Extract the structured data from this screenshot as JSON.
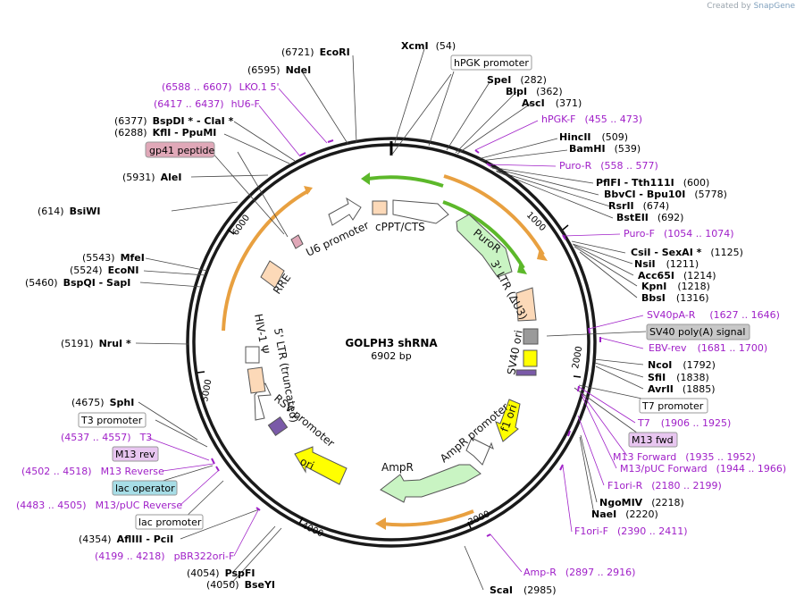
{
  "credit": {
    "prefix": "Created by",
    "brand": "SnapGene"
  },
  "plasmid": {
    "name": "GOLPH3 shRNA",
    "length": "6902 bp"
  },
  "ticks": [
    "1000",
    "2000",
    "3000",
    "4000",
    "5000",
    "6000"
  ],
  "sites": [
    {
      "id": "xcmi",
      "name": "XcmI",
      "pos": "(54)"
    },
    {
      "id": "ecori",
      "name": "EcoRI",
      "pos": "(6721)"
    },
    {
      "id": "ndei",
      "name": "NdeI",
      "pos": "(6595)"
    },
    {
      "id": "spei",
      "name": "SpeI",
      "pos": "(282)"
    },
    {
      "id": "blpi",
      "name": "BlpI",
      "pos": "(362)"
    },
    {
      "id": "asci",
      "name": "AscI",
      "pos": "(371)"
    },
    {
      "id": "bspdi",
      "name": "BspDI * - ClaI *",
      "pos": "(6377)"
    },
    {
      "id": "kfli",
      "name": "KflI - PpuMI",
      "pos": "(6288)"
    },
    {
      "id": "hincii",
      "name": "HincII",
      "pos": "(509)"
    },
    {
      "id": "bamhi",
      "name": "BamHI",
      "pos": "(539)"
    },
    {
      "id": "alei",
      "name": "AleI",
      "pos": "(5931)"
    },
    {
      "id": "pflfi",
      "name": "PflFI - Tth111I",
      "pos": "(600)"
    },
    {
      "id": "bsiwi",
      "name": "BsiWI",
      "pos": "(614)"
    },
    {
      "id": "bbvci",
      "name": "BbvCI - Bpu10I",
      "pos": "(5778)"
    },
    {
      "id": "rsrii",
      "name": "RsrII",
      "pos": "(674)"
    },
    {
      "id": "bsteii",
      "name": "BstEII",
      "pos": "(692)"
    },
    {
      "id": "csii",
      "name": "CsiI - SexAI *",
      "pos": "(1125)"
    },
    {
      "id": "mfei",
      "name": "MfeI",
      "pos": "(5543)"
    },
    {
      "id": "nsii",
      "name": "NsiI",
      "pos": "(1211)"
    },
    {
      "id": "econi",
      "name": "EcoNI",
      "pos": "(5524)"
    },
    {
      "id": "acc65i",
      "name": "Acc65I",
      "pos": "(1214)"
    },
    {
      "id": "bspqi",
      "name": "BspQI - SapI",
      "pos": "(5460)"
    },
    {
      "id": "kpni",
      "name": "KpnI",
      "pos": "(1218)"
    },
    {
      "id": "bbsi",
      "name": "BbsI",
      "pos": "(1316)"
    },
    {
      "id": "nrui",
      "name": "NruI *",
      "pos": "(5191)"
    },
    {
      "id": "ncoi",
      "name": "NcoI",
      "pos": "(1792)"
    },
    {
      "id": "sfii",
      "name": "SfiI",
      "pos": "(1838)"
    },
    {
      "id": "avrii",
      "name": "AvrII",
      "pos": "(1885)"
    },
    {
      "id": "sphi",
      "name": "SphI",
      "pos": "(4675)"
    },
    {
      "id": "ngomiv",
      "name": "NgoMIV",
      "pos": "(2218)"
    },
    {
      "id": "naei",
      "name": "NaeI",
      "pos": "(2220)"
    },
    {
      "id": "aflii",
      "name": "AflIII - PciI",
      "pos": "(4354)"
    },
    {
      "id": "pspfi",
      "name": "PspFI",
      "pos": "(4054)"
    },
    {
      "id": "bseyi",
      "name": "BseYI",
      "pos": "(4050)"
    },
    {
      "id": "scai",
      "name": "ScaI",
      "pos": "(2985)"
    }
  ],
  "primers": [
    {
      "id": "lko",
      "label": "LKO.1 5'",
      "range": "(6588 .. 6607)"
    },
    {
      "id": "hu6f",
      "label": "hU6-F",
      "range": "(6417 .. 6437)"
    },
    {
      "id": "hpgkf",
      "label": "hPGK-F",
      "range": "(455 .. 473)"
    },
    {
      "id": "puror",
      "label": "Puro-R",
      "range": "(558 .. 577)"
    },
    {
      "id": "purof",
      "label": "Puro-F",
      "range": "(1054 .. 1074)"
    },
    {
      "id": "sv40r",
      "label": "SV40pA-R",
      "range": "(1627 .. 1646)"
    },
    {
      "id": "ebvrev",
      "label": "EBV-rev",
      "range": "(1681 .. 1700)"
    },
    {
      "id": "t7",
      "label": "T7",
      "range": "(1906 .. 1925)"
    },
    {
      "id": "m13fwd2",
      "label": "M13 Forward",
      "range": "(1935 .. 1952)"
    },
    {
      "id": "m13puc",
      "label": "M13/pUC Forward",
      "range": "(1944 .. 1966)"
    },
    {
      "id": "f1orir",
      "label": "F1ori-R",
      "range": "(2180 .. 2199)"
    },
    {
      "id": "f1orif",
      "label": "F1ori-F",
      "range": "(2390 .. 2411)"
    },
    {
      "id": "ampr",
      "label": "Amp-R",
      "range": "(2897 .. 2916)"
    },
    {
      "id": "t3",
      "label": "T3",
      "range": "(4537 .. 4557)"
    },
    {
      "id": "m13rev2",
      "label": "M13 Reverse",
      "range": "(4502 .. 4518)"
    },
    {
      "id": "m13pucrev",
      "label": "M13/pUC Reverse",
      "range": "(4483 .. 4505)"
    },
    {
      "id": "pbr",
      "label": "pBR322ori-F",
      "range": "(4199 .. 4218)"
    }
  ],
  "boxes": {
    "hpgk": "hPGK promoter",
    "gp41": "gp41 peptide",
    "sv40": "SV40 poly(A) signal",
    "t7prom": "T7 promoter",
    "m13fwd": "M13 fwd",
    "t3prom": "T3 promoter",
    "m13rev": "M13 rev",
    "lacop": "lac operator",
    "lacprom": "lac promoter"
  },
  "features": {
    "u6": "U6 promoter",
    "cppt": "cPPT/CTS",
    "puror": "PuroR",
    "ltr3": "3' LTR (ΔU3)",
    "sv40ori": "SV40 ori",
    "f1ori": "f1 ori",
    "ampprom": "AmpR promoter",
    "ampr": "AmpR",
    "ori": "ori",
    "rsv": "RSV promoter",
    "ltr5": "5' LTR (truncated)",
    "psi": "HIV-1 Ψ",
    "rre": "RRE"
  },
  "colors": {
    "backbone": "#1a1a1a",
    "primer": "#a020c8",
    "orange_arrow": "#e8a040",
    "green_arrow": "#5cb82a",
    "marker_feature": "#c9f4c3",
    "promoter_feature": "#ffffff",
    "origin_feature": "#ffff00",
    "ltr_feature": "#fcd9b8",
    "polyA_feature": "#9a9a9a",
    "gp41_feature": "#e0a8b8",
    "m13_box": "#e8c6f0",
    "lacop_box": "#a7dde6",
    "credit_brand": "#7fa0bd"
  }
}
